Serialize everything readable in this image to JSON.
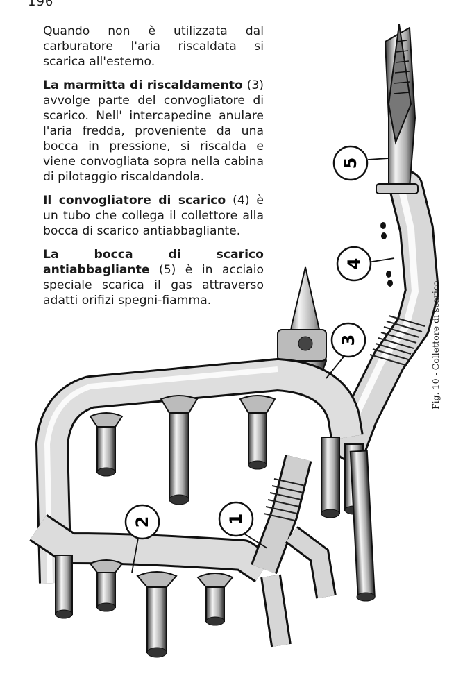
{
  "page_number": "196",
  "paragraphs": [
    {
      "bold": "",
      "text": "Quando non è utilizzata dal carburatore l'aria riscaldata si scarica all'esterno."
    },
    {
      "bold": "La marmitta di riscaldamento",
      "text": " (3) avvolge parte del convogliatore di scarico. Nell' intercapedine anulare l'aria fredda, proveniente da una bocca in pressione, si riscalda e viene convogliata sopra nella cabina di pilotaggio riscaldandola."
    },
    {
      "bold": "Il convogliatore di scarico",
      "text": " (4) è un tubo che collega il collettore alla bocca di scarico antiabbagliante."
    },
    {
      "bold": "La bocca di scarico antiabbagliante",
      "text": " (5) è in acciaio speciale scarica il gas attraverso adatti orifizi spegni-fiamma."
    }
  ],
  "figure": {
    "caption": "Fig. 10 - Collettore di scarico",
    "callouts": [
      "1",
      "2",
      "3",
      "4",
      "5"
    ]
  }
}
